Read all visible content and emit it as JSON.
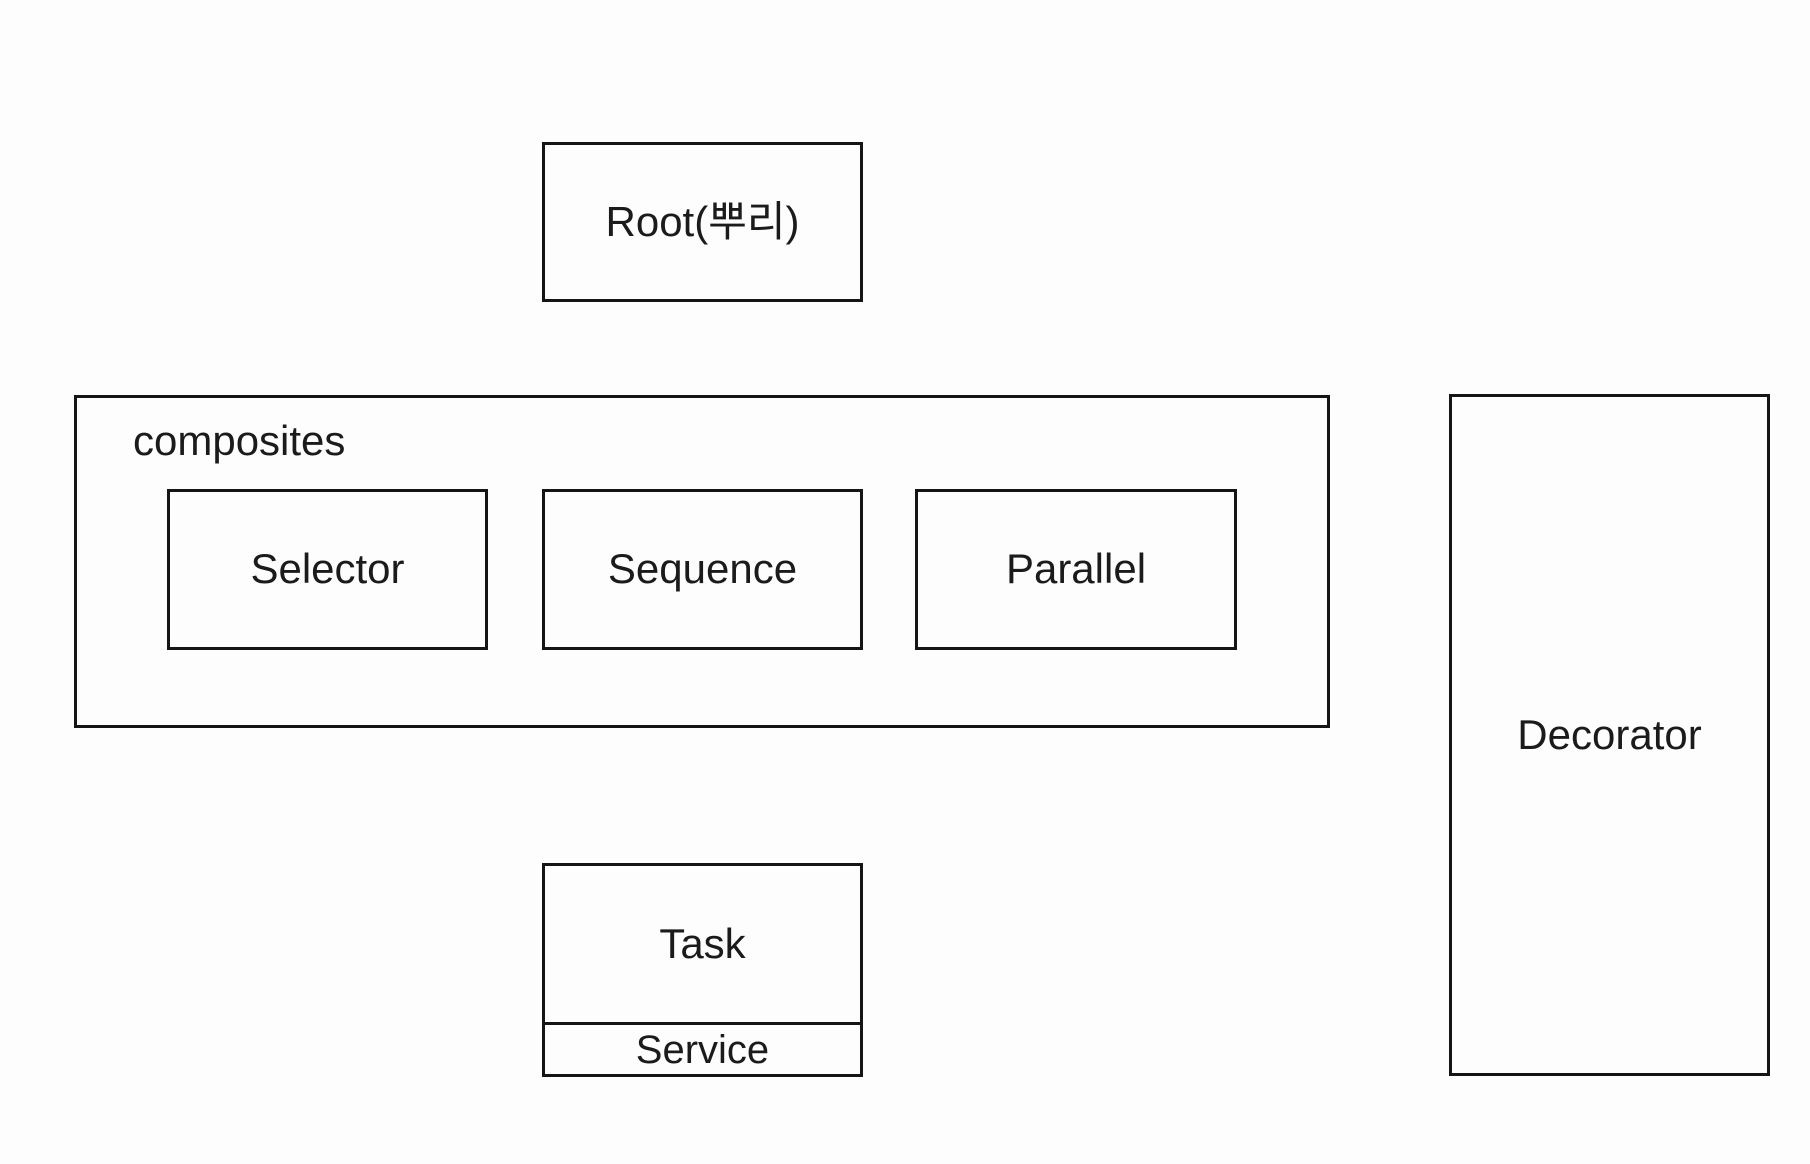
{
  "diagram": {
    "nodes": {
      "root": {
        "label": "Root(뿌리)"
      },
      "selector": {
        "label": "Selector"
      },
      "sequence": {
        "label": "Sequence"
      },
      "parallel": {
        "label": "Parallel"
      },
      "decorator": {
        "label": "Decorator"
      },
      "task": {
        "label": "Task",
        "service_label": "Service"
      }
    },
    "groups": {
      "composites": {
        "label": "composites"
      }
    },
    "colors": {
      "background": "#fdfdfd",
      "border": "#151515",
      "text": "#1b1b1b"
    }
  }
}
